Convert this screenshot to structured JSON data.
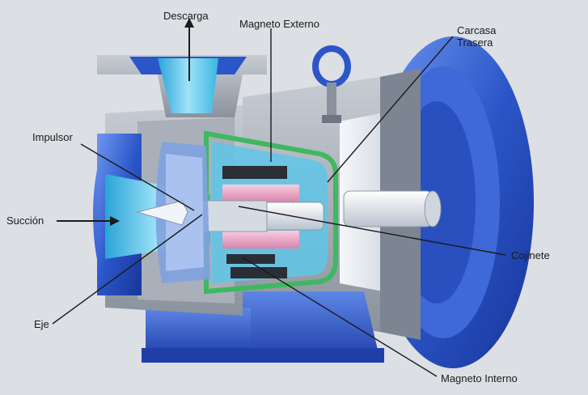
{
  "labels": {
    "descarga": "Descarga",
    "magneto_externo": "Magneto Externo",
    "carcasa_trasera": "Carcasa\nTrasera",
    "impulsor": "Impulsor",
    "succion": "Succión",
    "cojinete": "Cojinete",
    "eje": "Eje",
    "magneto_interno": "Magneto Interno"
  },
  "colors": {
    "background": "#dcdfe3",
    "pump_blue": "#2b56c8",
    "casing_gray": "#9aa2ad",
    "inner_cyan": "#5fc6e8",
    "liner_green": "#3fb85f",
    "magnet_pink": "#e7a6c2",
    "shaft_light": "#e8edf3",
    "leader_line": "#1b1b1b"
  },
  "icons": [
    "eyebolt-icon",
    "discharge-arrow-icon",
    "suction-arrow-icon"
  ]
}
